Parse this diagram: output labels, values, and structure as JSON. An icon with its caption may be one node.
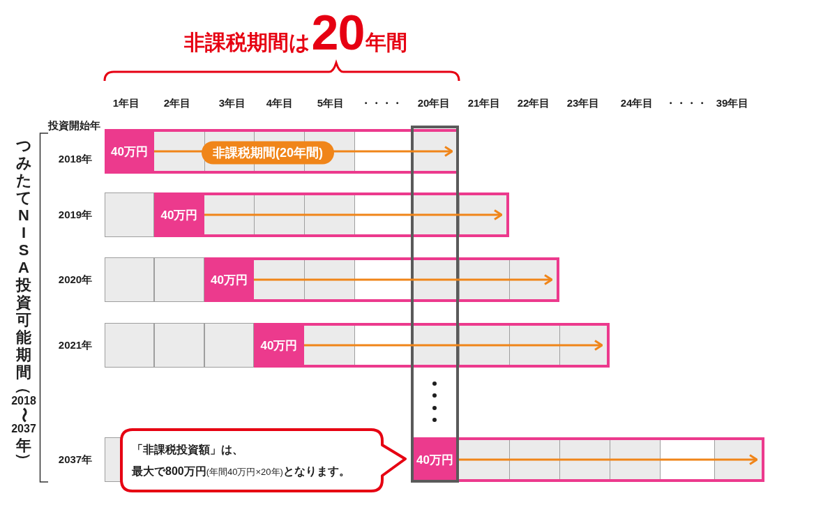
{
  "diagram": {
    "title": "非課税期間は20年間",
    "nodes": [
      {
        "text": [],
        "shape": "bar"
      },
      {
        "text": [
          "40万円"
        ],
        "in": 0
      },
      {
        "text": [],
        "shape": "bar"
      },
      {
        "text": [
          "40万円"
        ],
        "in": 2
      },
      {
        "text": [],
        "shape": "bar"
      },
      {
        "text": [
          "40万円"
        ],
        "in": 4
      },
      {
        "text": [],
        "shape": "bar"
      },
      {
        "text": [
          "40万円"
        ],
        "in": 6
      },
      {
        "text": [
          "**「非課税投資額」は、最大で800万円**(年間40万円×20年)**となります。**"
        ]
      },
      {
        "text": [],
        "shape": "bar"
      },
      {
        "text": [
          "40万円"
        ],
        "in": 9
      }
    ],
    "edges": [
      {
        "from": 1,
        "to": null,
        "arrow": "to",
        "label": "非課税期間(20年間)"
      },
      {
        "from": 3,
        "to": null,
        "arrow": "to"
      },
      {
        "from": 5,
        "to": null,
        "arrow": "to"
      },
      {
        "from": 7,
        "to": null,
        "arrow": "to"
      },
      {
        "from": 10,
        "to": null,
        "arrow": "to"
      }
    ],
    "labels": [
      "1年目",
      "2年目",
      "3年目",
      "4年目",
      "5年目",
      "・・・・",
      "20年目",
      "21年目",
      "22年目",
      "23年目",
      "24年目",
      "・・・・",
      "39年目",
      "投資開始年",
      "2018年",
      "2019年",
      "2020年",
      "2021年",
      "2037年",
      "つみたてNISA投資可能期間（2018〜2037年）"
    ]
  }
}
